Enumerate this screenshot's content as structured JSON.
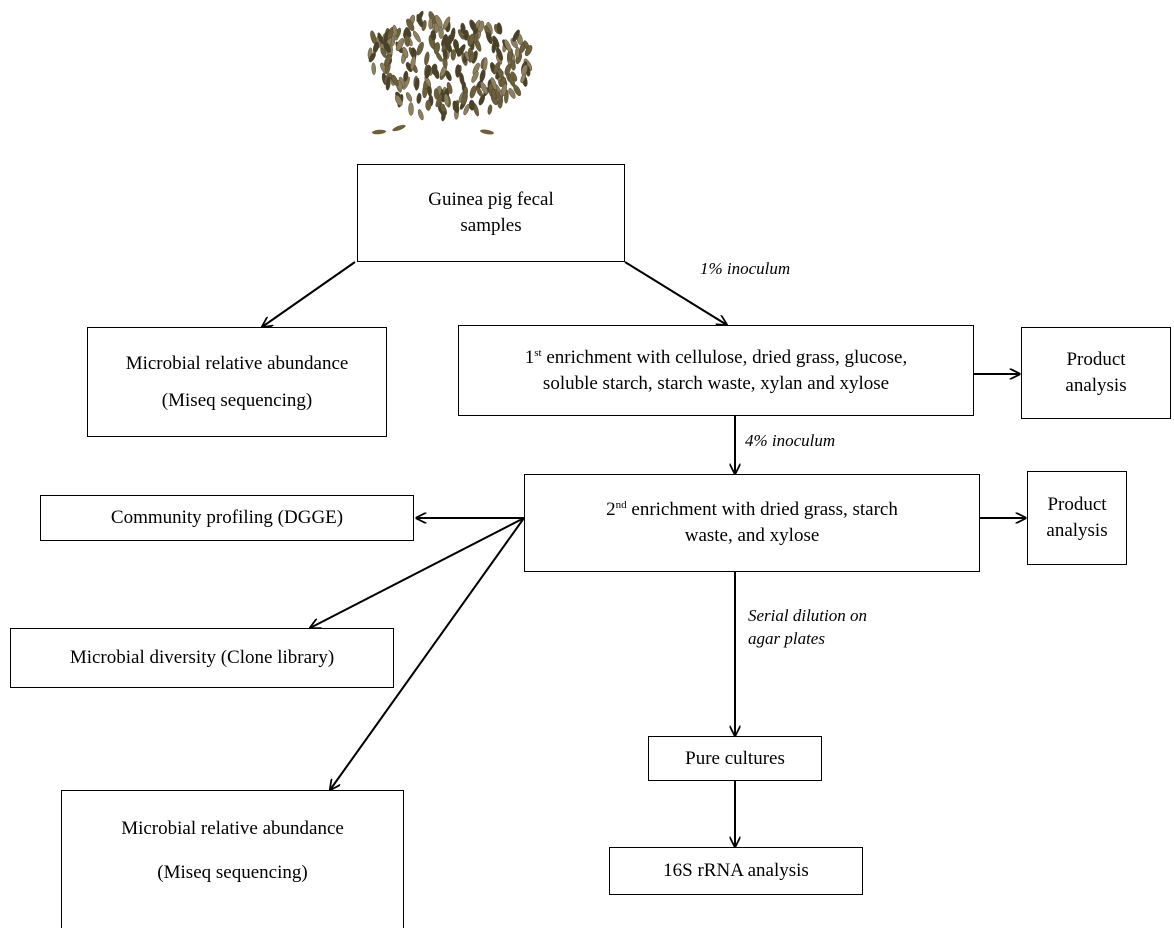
{
  "colors": {
    "line": "#000000",
    "pellet": "#6b5f3e",
    "pellet_dark": "#4a4129",
    "pellet_light": "#8c8060"
  },
  "image": {
    "subject": "guinea pig fecal pellets"
  },
  "nodes": {
    "fecal": {
      "line1": "Guinea pig fecal",
      "line2": "samples"
    },
    "abundance_top": {
      "line1": "Microbial relative abundance",
      "line2": "(Miseq sequencing)"
    },
    "enrich1": {
      "num": "1",
      "sup": "st",
      "line1_rest": " enrichment with cellulose, dried grass, glucose,",
      "line2": "soluble starch, starch waste, xylan and xylose"
    },
    "product1": {
      "line1": "Product",
      "line2": "analysis"
    },
    "enrich2": {
      "num": "2",
      "sup": "nd",
      "line1_rest": " enrichment with dried grass, starch",
      "line2": "waste, and xylose"
    },
    "product2": {
      "line1": "Product",
      "line2": "analysis"
    },
    "dgge": {
      "text": "Community profiling (DGGE)"
    },
    "clone": {
      "text": "Microbial diversity (Clone library)"
    },
    "pure": {
      "text": "Pure cultures"
    },
    "abundance_bottom": {
      "line1": "Microbial relative abundance",
      "line2": "(Miseq sequencing)"
    },
    "rrna": {
      "text": "16S rRNA analysis"
    }
  },
  "labels": {
    "inoculum1": "1% inoculum",
    "inoculum4": "4% inoculum",
    "serial_line1": "Serial dilution on",
    "serial_line2": "agar plates"
  }
}
